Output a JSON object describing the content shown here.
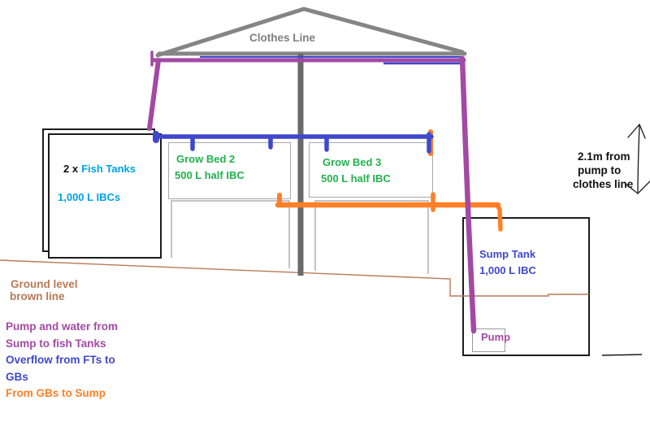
{
  "diagram": {
    "clothes_line_label": "Clothes Line",
    "fish_tanks": {
      "count_prefix": "2 x",
      "name": "Fish Tanks",
      "capacity": "1,000 L IBCs"
    },
    "grow_bed_2": {
      "name": "Grow Bed 2",
      "capacity": "500 L half IBC"
    },
    "grow_bed_3": {
      "name": "Grow Bed 3",
      "capacity": "500 L half IBC"
    },
    "sump_tank": {
      "name": "Sump Tank",
      "capacity": "1,000 L IBC"
    },
    "pump_label": "Pump",
    "measurement": {
      "line1": "2.1m from",
      "line2": "pump to",
      "line3": "clothes line"
    }
  },
  "legend": {
    "ground": {
      "line1": "Ground level",
      "line2": "brown line",
      "color": "#B97A57"
    },
    "pump_flow": {
      "line1": "Pump and water from",
      "line2": "Sump to fish Tanks",
      "color": "#A349A4"
    },
    "overflow": {
      "line1": "Overflow from FTs to",
      "line2": "GBs",
      "color": "#3F48CC"
    },
    "gb_to_sump": {
      "line1": "From GBs to Sump",
      "color": "#FF7F27"
    }
  },
  "colors": {
    "pump_water_line": "#A349A4",
    "overflow_line": "#3F48CC",
    "gb_to_sump_line": "#FF7F27",
    "ground_line": "#B97A57",
    "structure_gray": "#858585",
    "post_gray": "#6A6A6A",
    "fish_tank_text": "#00A2E8",
    "grow_bed_text": "#22B14C",
    "sump_text": "#3F48CC",
    "clothes_line_text": "#7F7F7F"
  }
}
